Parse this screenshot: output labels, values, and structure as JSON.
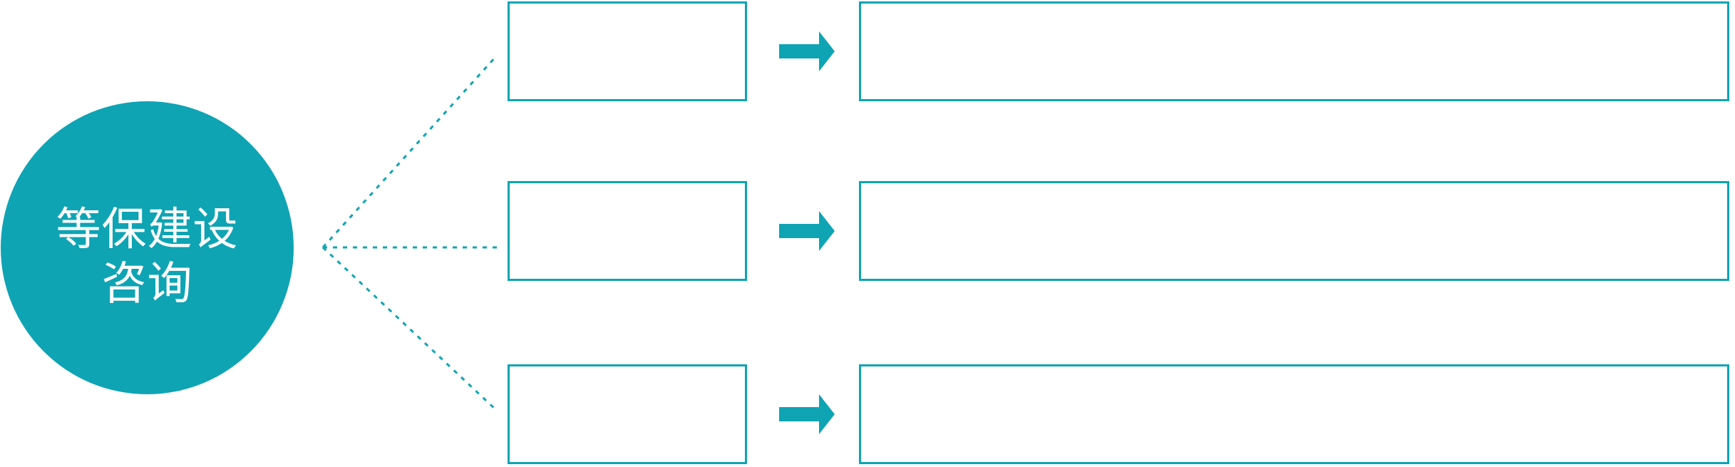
{
  "colors": {
    "accent": "#0ea4b4",
    "canvas_bg": "#ffffff",
    "hub_text": "#ffffff"
  },
  "hub": {
    "label_line1": "等保建设",
    "label_line2": "咨询"
  },
  "rows": [
    {
      "topic_label": "",
      "detail_label": ""
    },
    {
      "topic_label": "",
      "detail_label": ""
    },
    {
      "topic_label": "",
      "detail_label": ""
    }
  ],
  "icons": {
    "flow_arrow": "right-block-arrow",
    "fan_connector": "dashed-left-fan-arrow"
  }
}
